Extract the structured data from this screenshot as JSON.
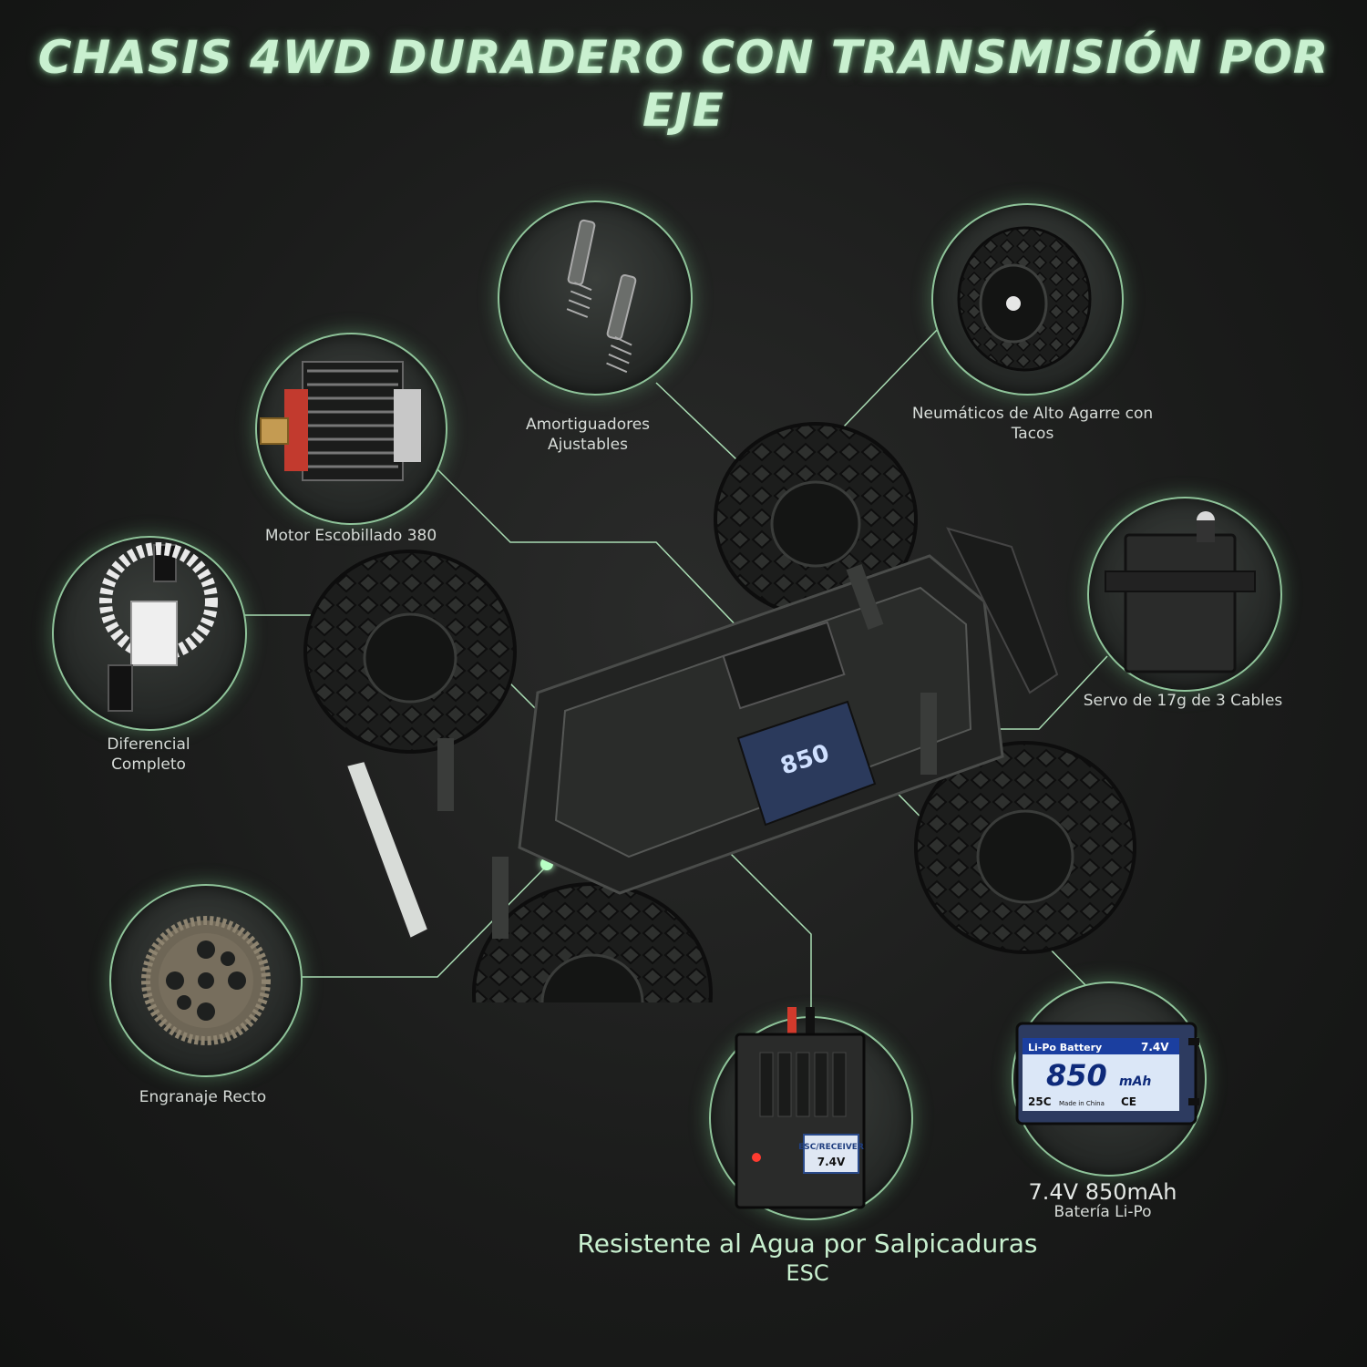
{
  "title": "CHASIS 4WD DURADERO CON TRANSMISIÓN POR EJE",
  "colors": {
    "accent": "#8fc49a",
    "glow": "#b8ffc5",
    "title": "#c9f0d0",
    "background": "#1b1c1b"
  },
  "callouts": {
    "shocks": "Amortiguadores Ajustables",
    "tires": "Neumáticos de Alto Agarre con Tacos",
    "motor": "Motor Escobillado 380",
    "diff": "Diferencial Completo",
    "servo": "Servo de 17g de 3 Cables",
    "gear": "Engranaje Recto",
    "esc_line1": "Resistente al Agua por Salpicaduras",
    "esc_line2": "ESC",
    "battery_main": "7.4V 850mAh",
    "battery_sub": "Batería Li-Po"
  },
  "battery_label": {
    "type": "Li-Po Battery",
    "voltage": "7.4V",
    "capacity": "850",
    "unit": "mAh",
    "rating": "25C",
    "origin": "Made in China",
    "ce": "CE"
  },
  "esc_label": {
    "type": "ESC/RECEIVER",
    "voltage": "7.4V"
  }
}
